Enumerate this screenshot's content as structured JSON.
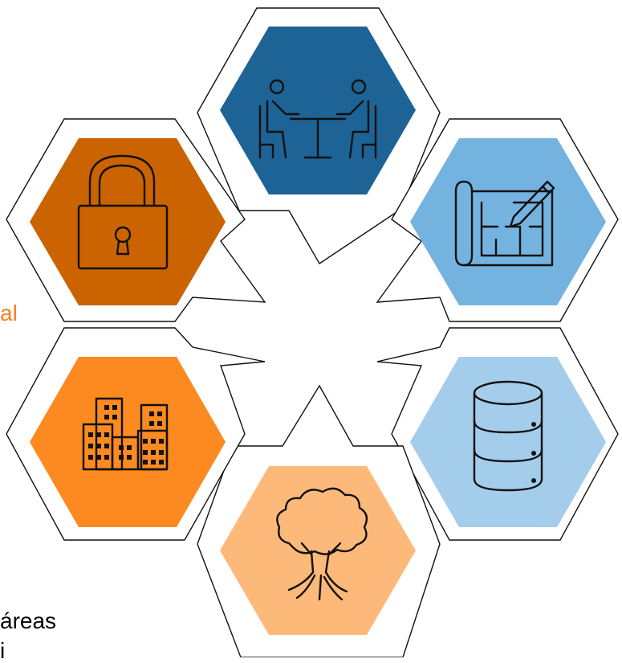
{
  "colors": {
    "meeting": "#1E6396",
    "blueprint": "#74B3E0",
    "database": "#A4CCEB",
    "tree": "#FDB97A",
    "buildings": "#FC8A21",
    "lock": "#CB6300",
    "accent_text": "#F58220",
    "outline": "#111111"
  },
  "hexagons": [
    {
      "id": "meeting",
      "icon": "meeting-icon"
    },
    {
      "id": "blueprint",
      "icon": "blueprint-icon"
    },
    {
      "id": "database",
      "icon": "database-icon"
    },
    {
      "id": "tree",
      "icon": "tree-icon"
    },
    {
      "id": "buildings",
      "icon": "buildings-icon"
    },
    {
      "id": "lock",
      "icon": "padlock-icon"
    }
  ],
  "text_fragments": {
    "orange_fragment": "al",
    "areas_fragment": "áreas",
    "bottom_fragment": "i"
  }
}
